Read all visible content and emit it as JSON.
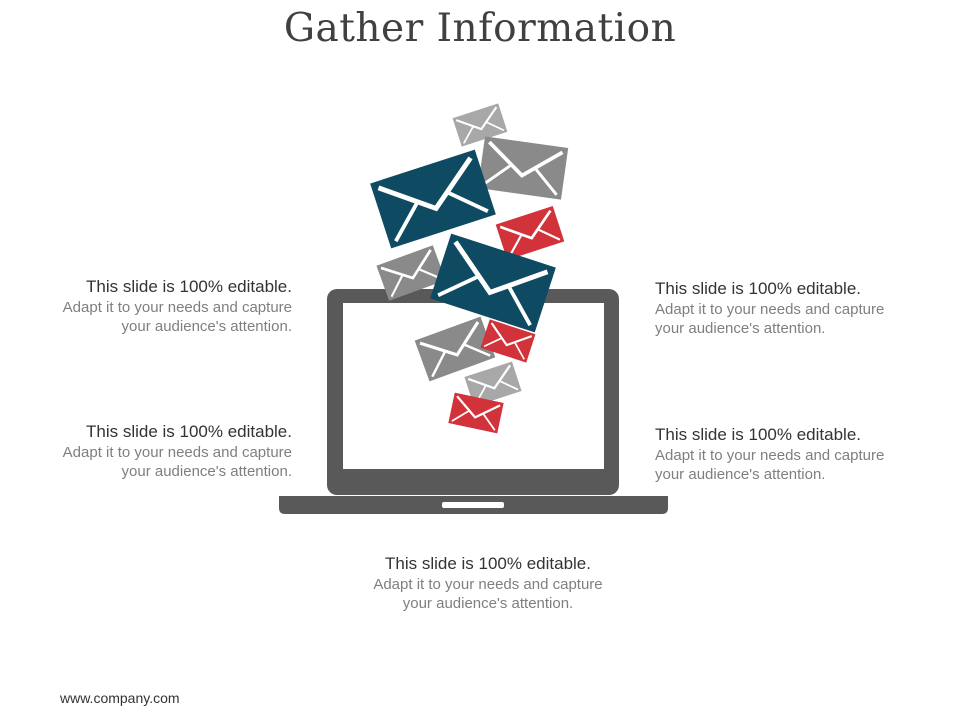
{
  "title": "Gather Information",
  "blocks": {
    "left_top": {
      "heading": "This slide is 100% editable.",
      "line1": "Adapt it to your needs and capture",
      "line2": "your audience's attention."
    },
    "left_bottom": {
      "heading": "This slide is 100% editable.",
      "line1": "Adapt it to your needs and capture",
      "line2": "your audience's attention."
    },
    "right_top": {
      "heading": "This slide is 100% editable.",
      "line1": "Adapt it to your needs and capture",
      "line2": "your audience's attention."
    },
    "right_bottom": {
      "heading": "This slide is 100% editable.",
      "line1": "Adapt it to your needs and capture",
      "line2": "your audience's attention."
    },
    "center": {
      "heading": "This slide is 100% editable.",
      "line1": "Adapt it to your needs and capture",
      "line2": "your audience's attention."
    }
  },
  "footer": "www.company.com",
  "colors": {
    "navy": "#0f4a63",
    "gray": "#8a8a8a",
    "light_gray": "#a8a8a8",
    "red": "#d2323a",
    "laptop": "#595959"
  },
  "icons": [
    "laptop-icon",
    "envelope-icon"
  ]
}
